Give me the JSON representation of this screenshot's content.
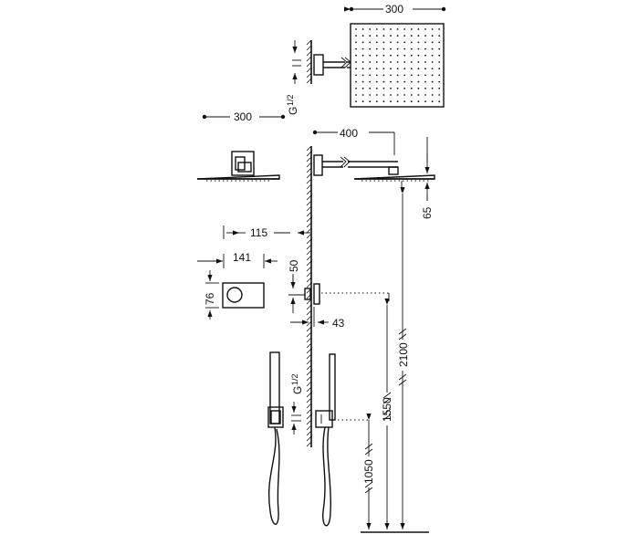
{
  "dimensions": {
    "head_width_top": "300",
    "head_width_side": "300",
    "thread_top": "G",
    "thread_top_frac": "1/2",
    "arm_length": "400",
    "head_thickness": "65",
    "depth_valve": "115",
    "valve_width": "141",
    "valve_height": "76",
    "valve_offset": "50",
    "valve_depth": "43",
    "height_2100": "2100",
    "height_1550": "1550",
    "height_1050": "1050",
    "thread_bottom": "G",
    "thread_bottom_frac": "1/2"
  }
}
